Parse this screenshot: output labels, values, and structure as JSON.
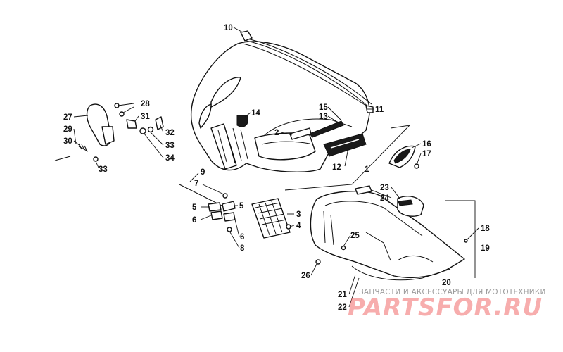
{
  "callouts": [
    {
      "id": "10",
      "label": "10"
    },
    {
      "id": "11",
      "label": "11"
    },
    {
      "id": "14",
      "label": "14"
    },
    {
      "id": "15",
      "label": "15"
    },
    {
      "id": "13",
      "label": "13"
    },
    {
      "id": "2",
      "label": "2"
    },
    {
      "id": "1",
      "label": "1"
    },
    {
      "id": "12",
      "label": "12"
    },
    {
      "id": "16",
      "label": "16"
    },
    {
      "id": "17",
      "label": "17"
    },
    {
      "id": "28",
      "label": "28"
    },
    {
      "id": "27",
      "label": "27"
    },
    {
      "id": "31",
      "label": "31"
    },
    {
      "id": "29",
      "label": "29"
    },
    {
      "id": "32",
      "label": "32"
    },
    {
      "id": "30",
      "label": "30"
    },
    {
      "id": "33a",
      "label": "33"
    },
    {
      "id": "34",
      "label": "34"
    },
    {
      "id": "33b",
      "label": "33"
    },
    {
      "id": "9",
      "label": "9"
    },
    {
      "id": "7",
      "label": "7"
    },
    {
      "id": "5a",
      "label": "5"
    },
    {
      "id": "5b",
      "label": "5"
    },
    {
      "id": "6a",
      "label": "6"
    },
    {
      "id": "3",
      "label": "3"
    },
    {
      "id": "4",
      "label": "4"
    },
    {
      "id": "6b",
      "label": "6"
    },
    {
      "id": "8",
      "label": "8"
    },
    {
      "id": "23",
      "label": "23"
    },
    {
      "id": "24",
      "label": "24"
    },
    {
      "id": "25",
      "label": "25"
    },
    {
      "id": "18",
      "label": "18"
    },
    {
      "id": "19",
      "label": "19"
    },
    {
      "id": "26",
      "label": "26"
    },
    {
      "id": "20",
      "label": "20"
    },
    {
      "id": "21",
      "label": "21"
    },
    {
      "id": "22",
      "label": "22"
    }
  ],
  "watermark": {
    "caption": "ЗАПЧАСТИ И АКСЕССУАРЫ ДЛЯ МОТОТЕХНИКИ",
    "logo": "PARTSFOR.RU"
  }
}
